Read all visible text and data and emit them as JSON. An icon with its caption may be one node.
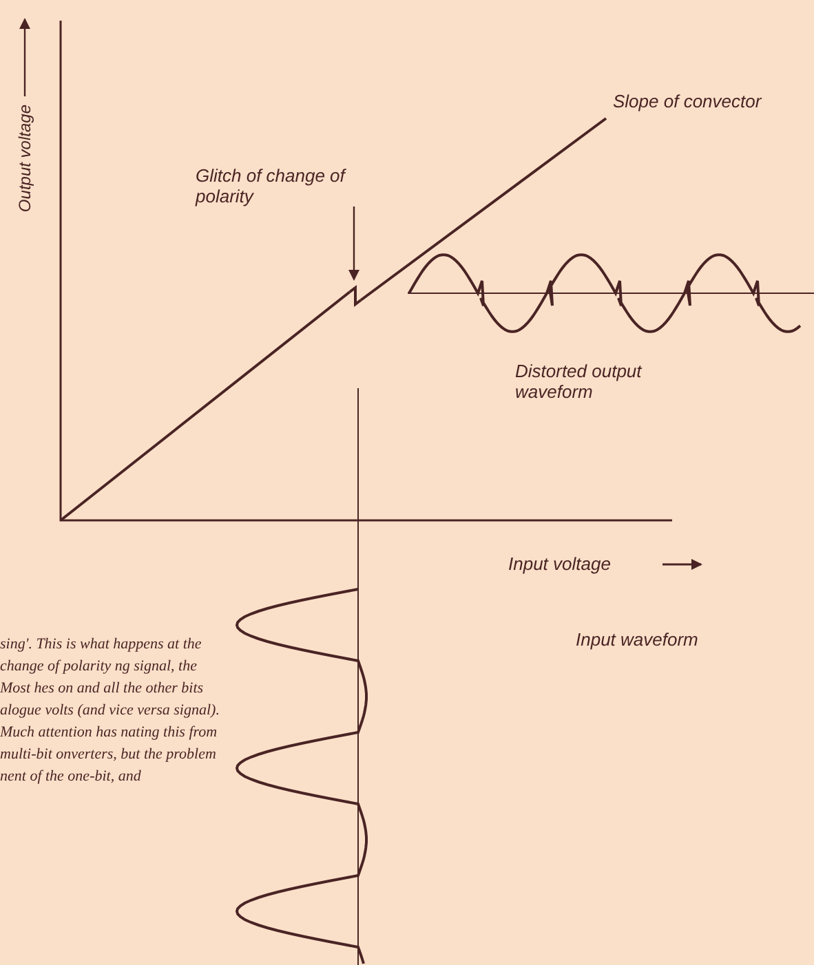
{
  "diagram": {
    "nodes": [
      {
        "text": [
          "Glitch of change of polarity"
        ]
      },
      {
        "text": [],
        "shape": "step"
      }
    ],
    "edges": [
      {
        "from": 0,
        "to": 1,
        "arrow": "to"
      }
    ],
    "labels": [
      "Output voltage",
      "Slope of convector",
      "Distorted output waveform",
      "Input voltage",
      "sing'. This is what happens at the change of polarity ng signal, the Most hes on and all the other bits alogue volts (and vice versa signal). Much attention has nating this from multi-bit onverters, but the problem nent of the one-bit, and",
      "Input waveform"
    ]
  }
}
